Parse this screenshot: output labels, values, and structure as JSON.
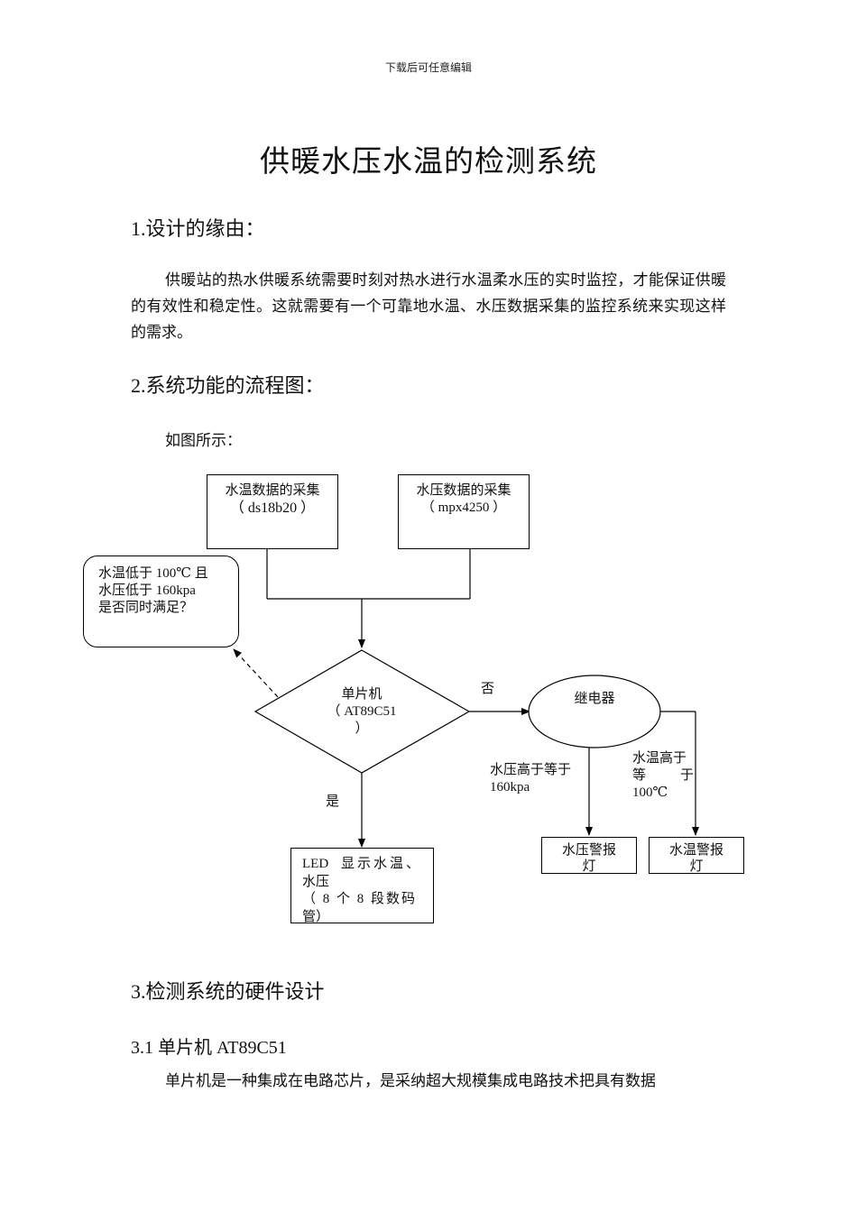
{
  "header_note": "下载后可任意编辑",
  "title": "供暖水压水温的检测系统",
  "sections": {
    "s1_heading": "1.设计的缘由：",
    "s1_paragraph": "供暖站的热水供暖系统需要时刻对热水进行水温柔水压的实时监控，才能保证供暖的有效性和稳定性。这就需要有一个可靠地水温、水压数据采集的监控系统来实现这样的需求。",
    "s2_heading": "2.系统功能的流程图：",
    "s2_intro": "如图所示：",
    "s3_heading": "3.检测系统的硬件设计",
    "s31_heading": "3.1 单片机 AT89C51",
    "s31_paragraph": "单片机是一种集成在电路芯片，是采纳超大规模集成电路技术把具有数据"
  },
  "flowchart": {
    "temp_collect": {
      "line1": "水温数据的采集",
      "line2": "（ ds18b20 ）"
    },
    "press_collect": {
      "line1": "水压数据的采集",
      "line2": "（ mpx4250 ）"
    },
    "condition": {
      "line1": "水温低于 100℃ 且",
      "line2": "水压低于 160kpa",
      "line3": "是否同时满足？"
    },
    "mcu": {
      "line1": "单片机",
      "line2": "（ AT89C51",
      "line3": "）"
    },
    "no_label": "否",
    "yes_label": "是",
    "relay": "继电器",
    "press_cond": {
      "line1": "水压高于等于",
      "line2": "160kpa"
    },
    "temp_cond": {
      "line1": "水温高于",
      "line2a": "等",
      "line2b": "于",
      "line3": "100℃"
    },
    "led": {
      "line1a": "LED",
      "line1b": "显示水温、",
      "line2": "水压",
      "line3": "（ 8 个 8 段数码",
      "line4": "管）"
    },
    "press_alarm": {
      "line1": "水压警报",
      "line2": "灯"
    },
    "temp_alarm": {
      "line1": "水温警报",
      "line2": "灯"
    }
  }
}
